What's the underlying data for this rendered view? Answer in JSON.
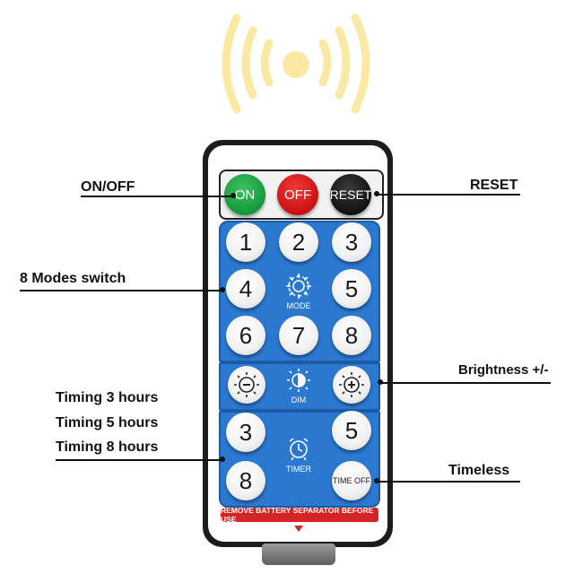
{
  "signal_icon": "wireless-signal-icon",
  "colors": {
    "panel_blue": "#2b78d0",
    "on_green": "#139a3c",
    "off_red": "#cc1212",
    "reset_black": "#111111",
    "signal_yellow": "#fbe9a3",
    "warning_red": "#d42424"
  },
  "power": {
    "on": "ON",
    "off": "OFF",
    "reset": "RESET"
  },
  "modes": {
    "b1": "1",
    "b2": "2",
    "b3": "3",
    "b4": "4",
    "b5": "5",
    "b6": "6",
    "b7": "7",
    "b8": "8",
    "mode_label": "MODE",
    "mode_icon": "gear-icon"
  },
  "dim": {
    "label": "DIM",
    "minus_icon": "brightness-minus-icon",
    "plus_icon": "brightness-plus-icon",
    "dim_icon": "half-sun-icon"
  },
  "timer": {
    "t3": "3",
    "t5": "5",
    "t8": "8",
    "time_off": "TIME OFF",
    "label": "TIMER",
    "icon": "alarm-clock-icon"
  },
  "warning": "REMOVE BATTERY SEPARATOR BEFORE USE",
  "callouts": {
    "on_off": "ON/OFF",
    "reset": "RESET",
    "modes": "8 Modes switch",
    "brightness": "Brightness +/-",
    "timing3": "Timing 3 hours",
    "timing5": "Timing 5 hours",
    "timing8": "Timing 8 hours",
    "timeless": "Timeless"
  }
}
